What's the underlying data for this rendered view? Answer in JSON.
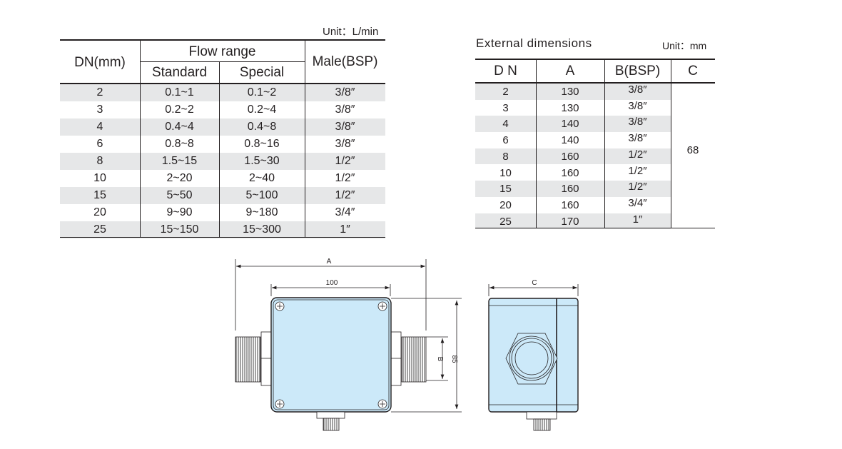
{
  "flow_table": {
    "unit": "Unit：L/min",
    "headers": {
      "dn": "DN(mm)",
      "flow_range": "Flow range",
      "standard": "Standard",
      "special": "Special",
      "male": "Male(BSP)"
    },
    "rows": [
      {
        "dn": "2",
        "standard": "0.1~1",
        "special": "0.1~2",
        "male": "3/8″"
      },
      {
        "dn": "3",
        "standard": "0.2~2",
        "special": "0.2~4",
        "male": "3/8″"
      },
      {
        "dn": "4",
        "standard": "0.4~4",
        "special": "0.4~8",
        "male": "3/8″"
      },
      {
        "dn": "6",
        "standard": "0.8~8",
        "special": "0.8~16",
        "male": "3/8″"
      },
      {
        "dn": "8",
        "standard": "1.5~15",
        "special": "1.5~30",
        "male": "1/2″"
      },
      {
        "dn": "10",
        "standard": "2~20",
        "special": "2~40",
        "male": "1/2″"
      },
      {
        "dn": "15",
        "standard": "5~50",
        "special": "5~100",
        "male": "1/2″"
      },
      {
        "dn": "20",
        "standard": "9~90",
        "special": "9~180",
        "male": "3/4″"
      },
      {
        "dn": "25",
        "standard": "15~150",
        "special": "15~300",
        "male": "1″"
      }
    ]
  },
  "dim_table": {
    "title": "External dimensions",
    "unit": "Unit：mm",
    "headers": {
      "dn": "D N",
      "a": "A",
      "b": "B(BSP)",
      "c": "C"
    },
    "c_value": "68",
    "rows": [
      {
        "dn": "2",
        "a": "130",
        "b": "3/8″"
      },
      {
        "dn": "3",
        "a": "130",
        "b": "3/8″"
      },
      {
        "dn": "4",
        "a": "140",
        "b": "3/8″"
      },
      {
        "dn": "6",
        "a": "140",
        "b": "3/8″"
      },
      {
        "dn": "8",
        "a": "160",
        "b": "1/2″"
      },
      {
        "dn": "10",
        "a": "160",
        "b": "1/2″"
      },
      {
        "dn": "15",
        "a": "160",
        "b": "1/2″"
      },
      {
        "dn": "20",
        "a": "160",
        "b": "3/4″"
      },
      {
        "dn": "25",
        "a": "170",
        "b": "1″"
      }
    ]
  },
  "drawing": {
    "label_a": "A",
    "label_100": "100",
    "label_b": "B",
    "label_85": "85",
    "label_c": "C",
    "body_color": "#cce9f9"
  }
}
